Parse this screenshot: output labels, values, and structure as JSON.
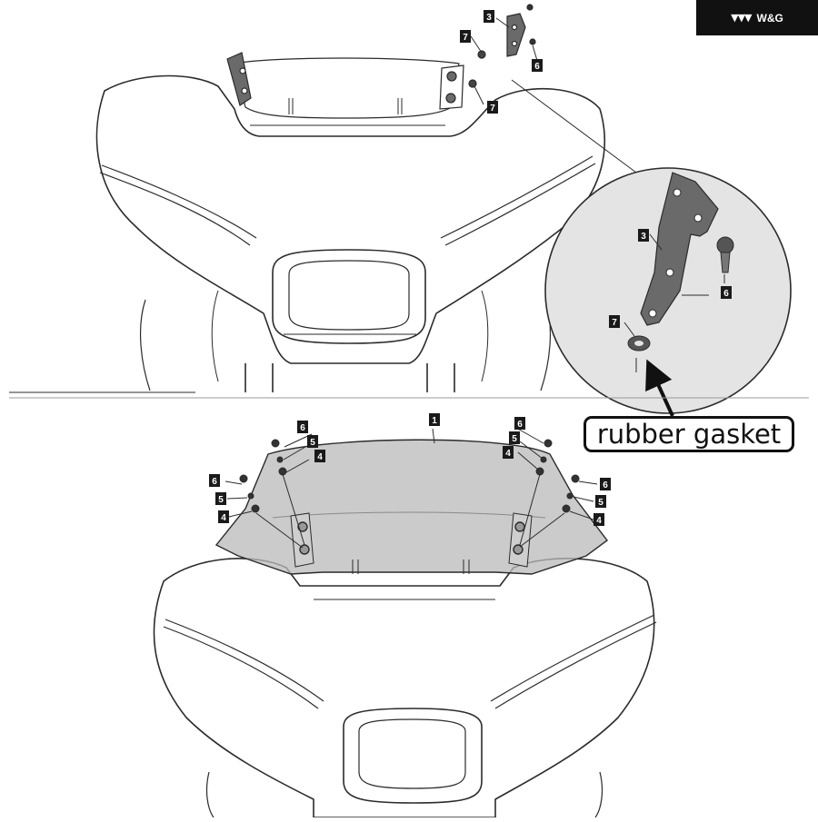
{
  "brand": {
    "mark": "▼▼▼",
    "name": "W&G"
  },
  "callout": {
    "label": "rubber gasket"
  },
  "part_numbers": {
    "windshield": "1",
    "bracket": "3",
    "washer": "4",
    "spacer": "5",
    "screw": "6",
    "gasket": "7"
  },
  "colors": {
    "line": "#2b2b2b",
    "windshield_tint": "#b9b9b9",
    "bracket_fill": "#6a6a6a",
    "zoom_fill": "#e4e4e4"
  }
}
